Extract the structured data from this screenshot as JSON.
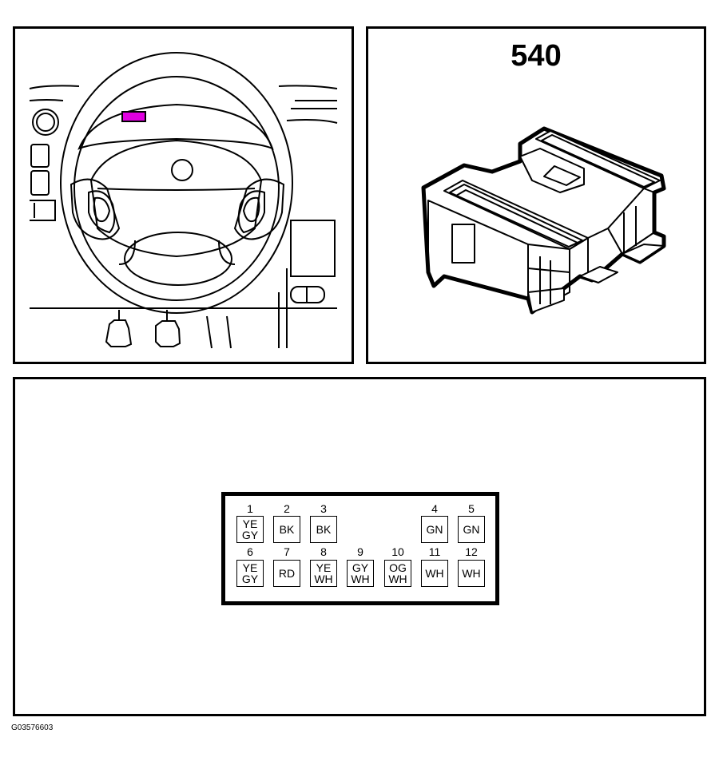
{
  "connector": {
    "number": "540",
    "highlight_color": "#e000e0"
  },
  "pinout": {
    "top_row": [
      {
        "pin": "1",
        "colors": [
          "YE",
          "GY"
        ]
      },
      {
        "pin": "2",
        "colors": [
          "BK"
        ]
      },
      {
        "pin": "3",
        "colors": [
          "BK"
        ]
      },
      {
        "pin": "4",
        "colors": [
          "GN"
        ]
      },
      {
        "pin": "5",
        "colors": [
          "GN"
        ]
      }
    ],
    "bottom_row": [
      {
        "pin": "6",
        "colors": [
          "YE",
          "GY"
        ]
      },
      {
        "pin": "7",
        "colors": [
          "RD"
        ]
      },
      {
        "pin": "8",
        "colors": [
          "YE",
          "WH"
        ]
      },
      {
        "pin": "9",
        "colors": [
          "GY",
          "WH"
        ]
      },
      {
        "pin": "10",
        "colors": [
          "OG",
          "WH"
        ]
      },
      {
        "pin": "11",
        "colors": [
          "WH"
        ]
      },
      {
        "pin": "12",
        "colors": [
          "WH"
        ]
      }
    ]
  },
  "figure_id": "G03576603"
}
